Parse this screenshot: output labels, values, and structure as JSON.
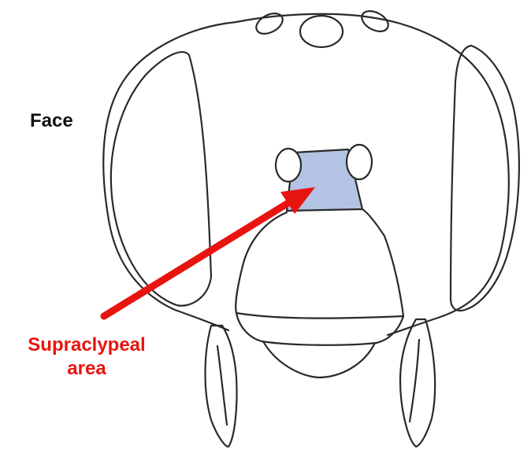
{
  "title": "Face",
  "annotation": {
    "line1": "Supraclypeal",
    "line2": "area"
  },
  "colors": {
    "outline": "#2a2a2a",
    "highlight_fill": "#b3c3e3",
    "arrow": "#e8140f",
    "title_text": "#111111",
    "annotation_text": "#e8140f"
  },
  "icons": [
    "bee-head-outline",
    "arrow-pointer"
  ]
}
